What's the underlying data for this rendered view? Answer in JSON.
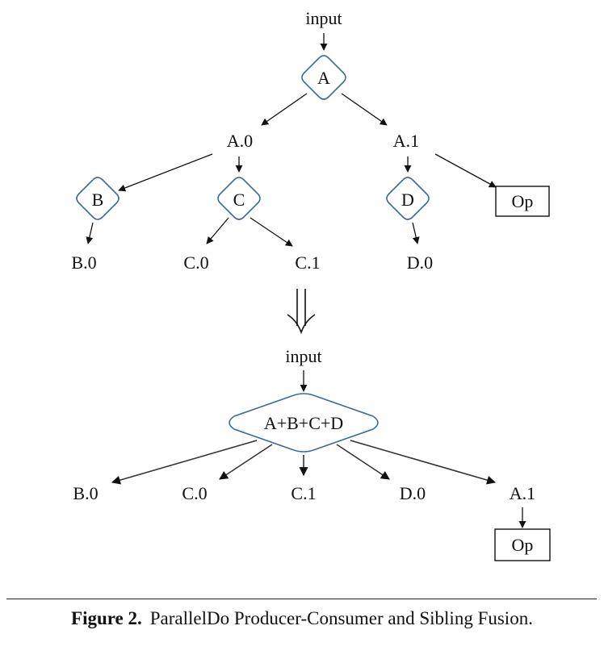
{
  "top": {
    "input": "input",
    "node_a": "A",
    "a0": "A.0",
    "a1": "A.1",
    "node_b": "B",
    "node_c": "C",
    "node_d": "D",
    "op": "Op",
    "b0": "B.0",
    "c0": "C.0",
    "c1": "C.1",
    "d0": "D.0"
  },
  "bottom": {
    "input": "input",
    "fused": "A+B+C+D",
    "b0": "B.0",
    "c0": "C.0",
    "c1": "C.1",
    "d0": "D.0",
    "a1": "A.1",
    "op": "Op"
  },
  "caption": {
    "label": "Figure 2.",
    "text": "ParallelDo Producer-Consumer and Sibling Fusion."
  }
}
